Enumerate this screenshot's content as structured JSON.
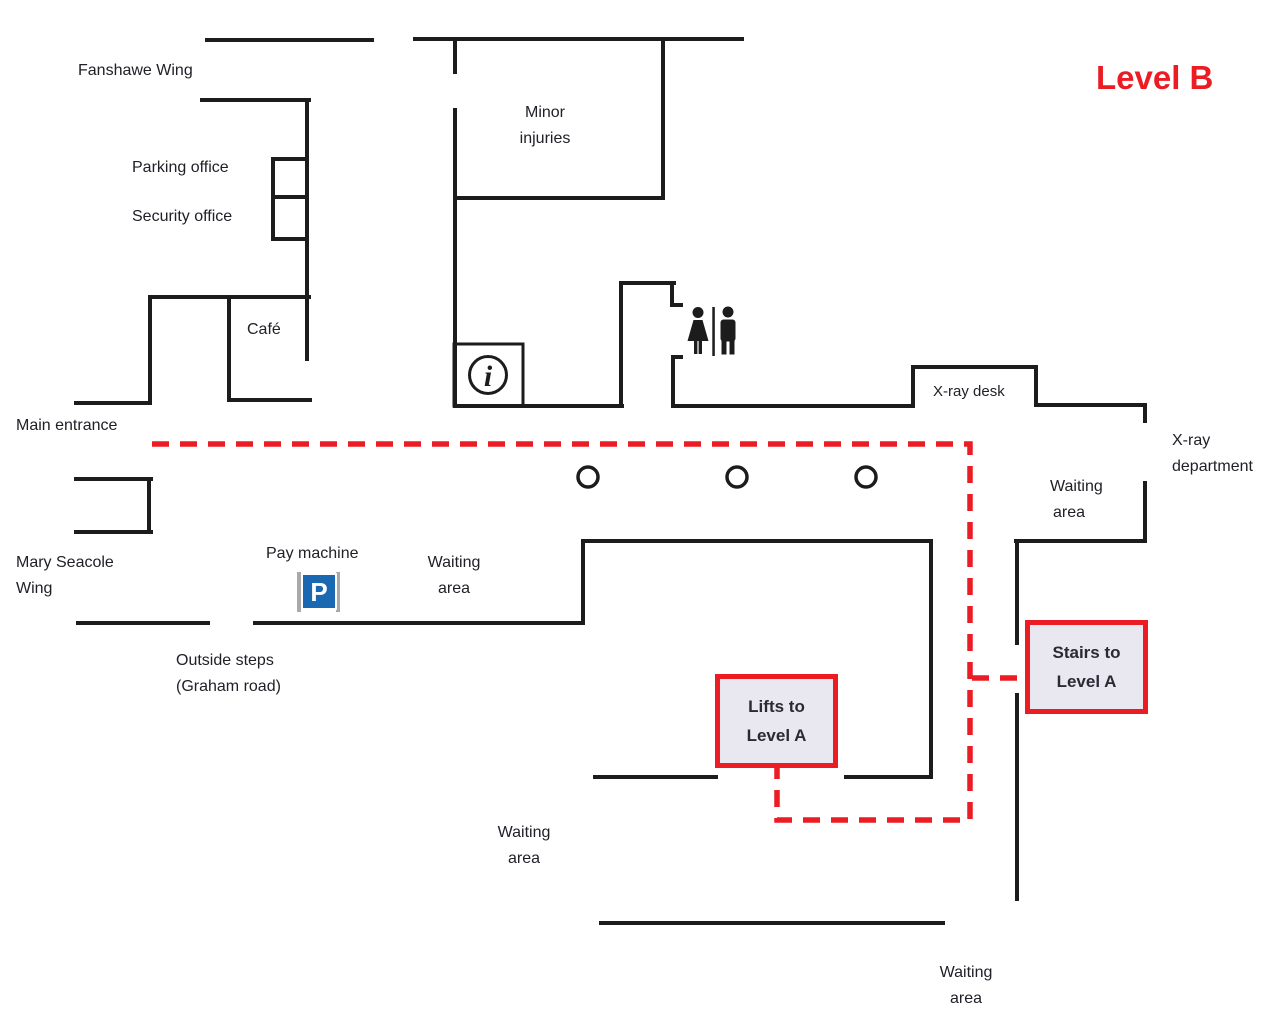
{
  "title": {
    "text": "Level B"
  },
  "colors": {
    "wall": "#1c1c1c",
    "text": "#202028",
    "route": "#ec1c24",
    "box-border": "#ec1c24",
    "box-fill": "#e9e8f1",
    "parking-blue": "#1a68b2",
    "parking-pole": "#a9a9a9"
  },
  "labels": {
    "fanshawe_wing": "Fanshawe Wing",
    "parking_office": "Parking office",
    "security_office": "Security office",
    "cafe": "Café",
    "main_entrance": "Main entrance",
    "mary_seacole": {
      "line1": "Mary Seacole",
      "line2": "Wing"
    },
    "pay_machine": "Pay machine",
    "outside_steps": {
      "line1": "Outside steps",
      "line2": "(Graham road)"
    },
    "minor_injuries": {
      "line1": "Minor",
      "line2": "injuries"
    },
    "xray_desk": "X-ray desk",
    "xray_department": {
      "line1": "X-ray",
      "line2": "department"
    },
    "waiting_central": {
      "line1": "Waiting",
      "line2": "area"
    },
    "waiting_xray": {
      "line1": "Waiting",
      "line2": "area"
    },
    "waiting_lifts": {
      "line1": "Waiting",
      "line2": "area"
    },
    "waiting_bottom": {
      "line1": "Waiting",
      "line2": "area"
    }
  },
  "destinations": {
    "lifts": {
      "line1": "Lifts to",
      "line2": "Level A"
    },
    "stairs": {
      "line1": "Stairs to",
      "line2": "Level A"
    }
  },
  "icons": {
    "info_glyph": "i",
    "parking_glyph": "P"
  }
}
